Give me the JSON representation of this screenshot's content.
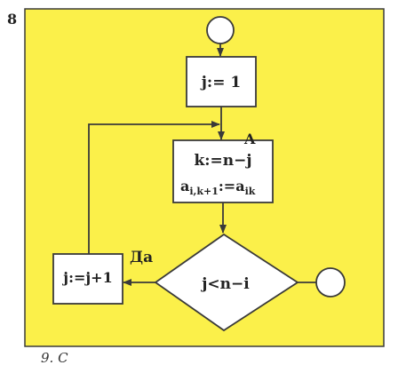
{
  "figure_number": "8",
  "colors": {
    "background": "#fbf04a",
    "stroke": "#3a3a3a",
    "box_fill": "#ffffff"
  },
  "diagram": {
    "start_terminal": "",
    "init_block": "j:= 1",
    "body_block": {
      "line1": "k:=n−j",
      "line2_main": "a",
      "line2_sub": "i,k+1",
      "line2_mid": ":=a",
      "line2_sub2": "ik"
    },
    "connector_label": "A",
    "decision": "j<n−i",
    "increment_block": "j:=j+1",
    "yes_label": "Да",
    "end_terminal": ""
  },
  "caption": "9. С"
}
